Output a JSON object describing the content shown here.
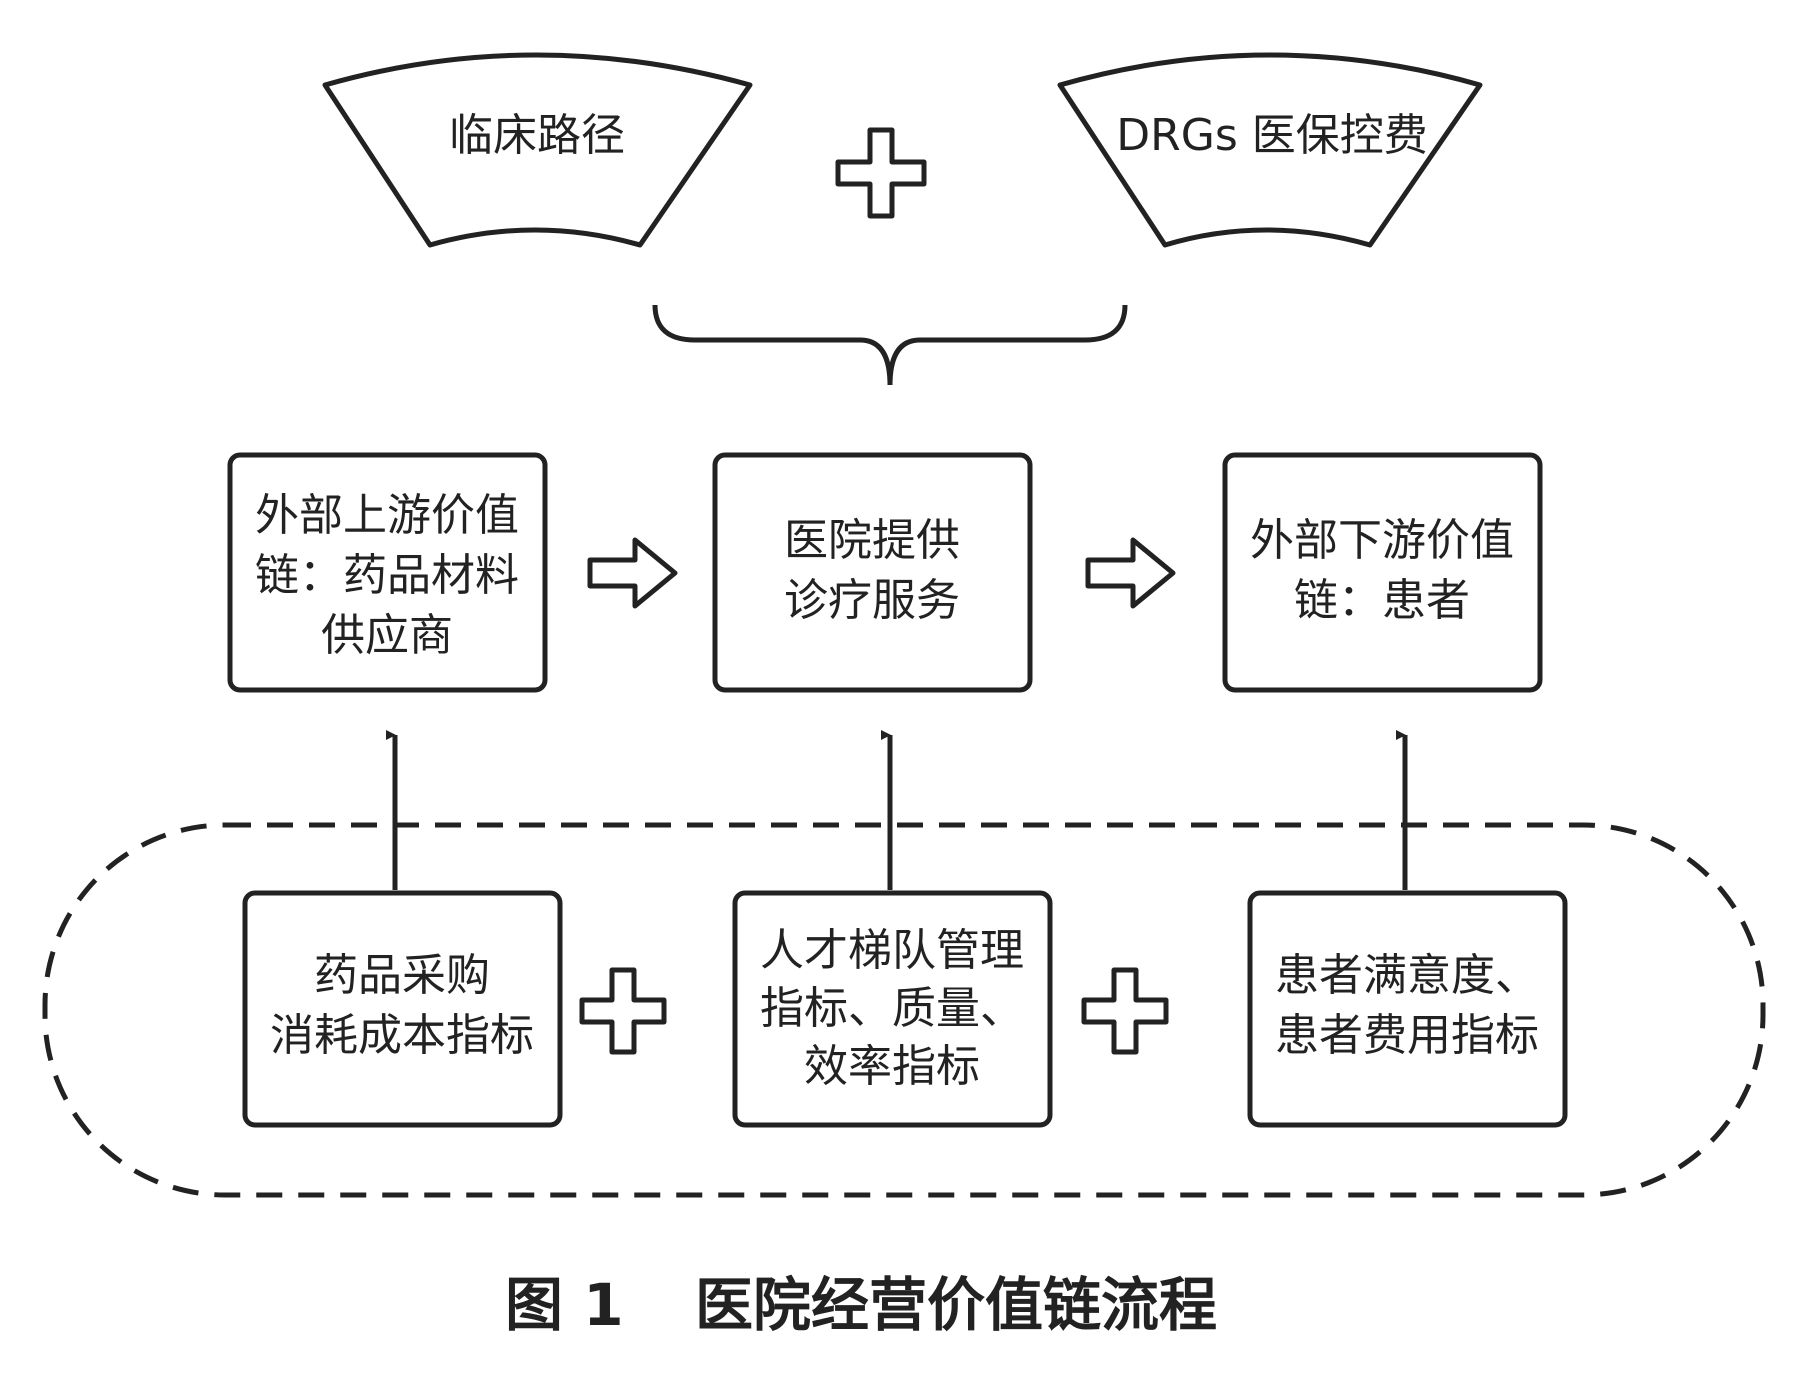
{
  "top": {
    "left_fan": "临床路径",
    "right_fan": "DRGs 医保控费"
  },
  "chain": [
    {
      "lines": [
        "外部上游价值",
        "链：药品材料",
        "供应商"
      ]
    },
    {
      "lines": [
        "医院提供",
        "诊疗服务"
      ]
    },
    {
      "lines": [
        "外部下游价值",
        "链：患者"
      ]
    }
  ],
  "metrics": [
    {
      "lines": [
        "药品采购",
        "消耗成本指标"
      ]
    },
    {
      "lines": [
        "人才梯队管理",
        "指标、质量、",
        "效率指标"
      ]
    },
    {
      "lines": [
        "患者满意度、",
        "患者费用指标"
      ]
    }
  ],
  "caption": {
    "number": "图 1",
    "title": "医院经营价值链流程"
  }
}
